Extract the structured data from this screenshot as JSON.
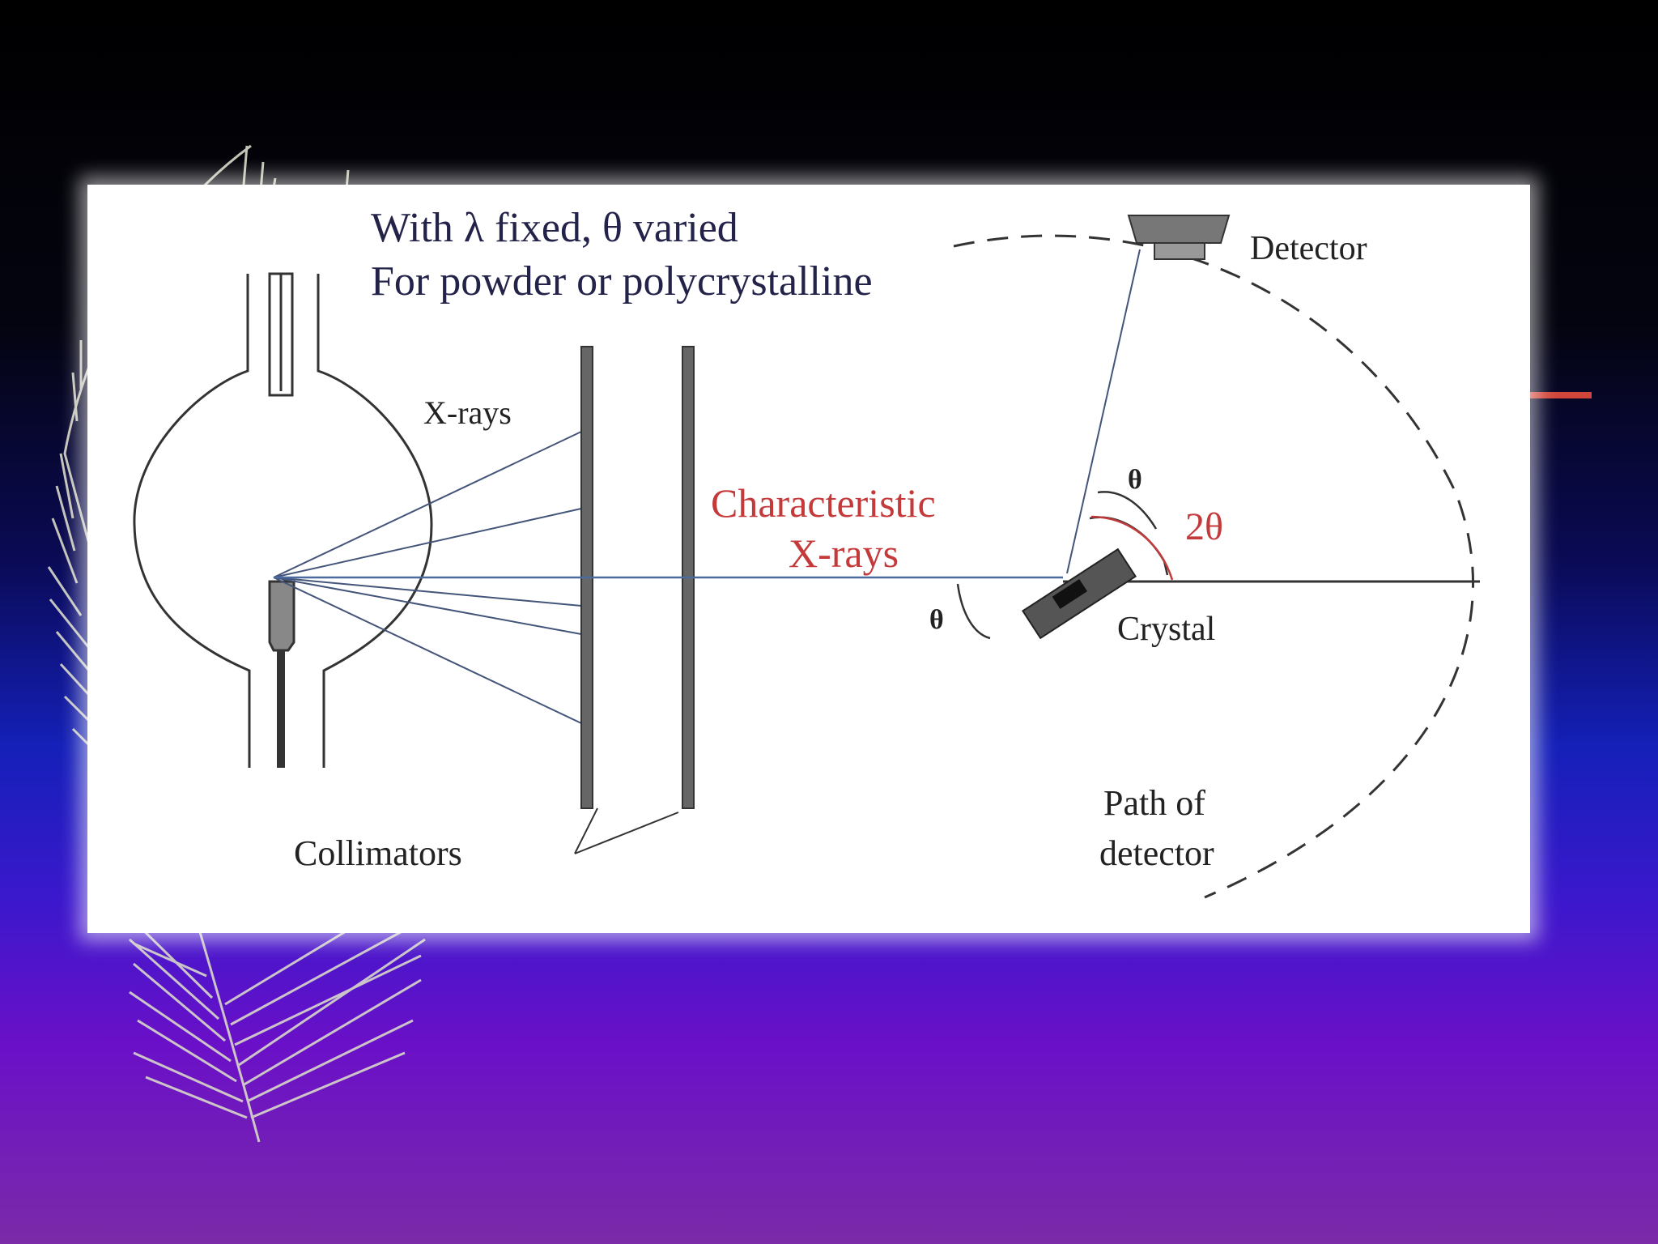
{
  "diagram": {
    "title_line1": "With λ fixed, θ varied",
    "title_line2": "For powder or polycrystalline",
    "label_xrays": "X-rays",
    "label_characteristic_line1": "Characteristic",
    "label_characteristic_line2": "X-rays",
    "label_detector": "Detector",
    "label_theta": "θ",
    "label_two_theta": "2θ",
    "label_crystal": "Crystal",
    "label_collimators": "Collimators",
    "label_path_line1": "Path of",
    "label_path_line2": "detector"
  },
  "colors": {
    "characteristic_text": "#c43a3a",
    "beam_line": "#4a6aa0",
    "accent": "#d0463a"
  }
}
